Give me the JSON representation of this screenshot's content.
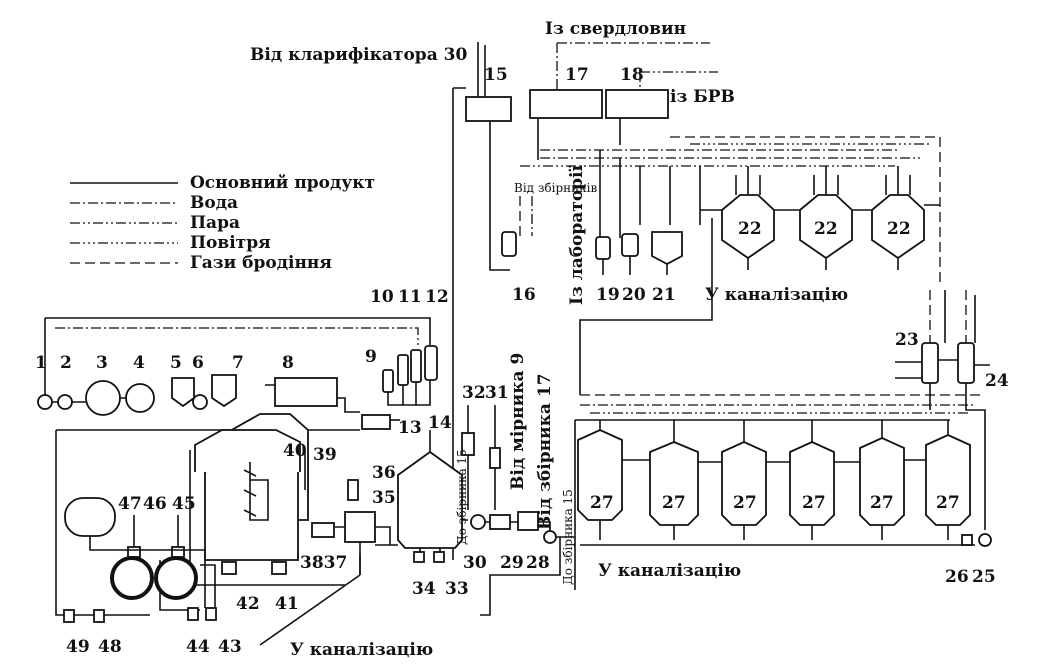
{
  "labels": {
    "from_clarifier": "Від кларифікатора 30",
    "from_wells": "Із свердловин",
    "from_brv": "із БРВ",
    "from_tanks": "Від збірників",
    "from_lab": "Із лабораторії",
    "to_sewer_top": "У каналізацію",
    "to_sewer_mid": "У каналізацію",
    "to_sewer_bottom": "У каналізацію",
    "from_meter_9": "Від мірника 9",
    "from_tank_17": "Від збірника 17",
    "to_tank_15_a": "До збірника 15",
    "to_tank_15_b": "До збірника 15"
  },
  "legend": [
    {
      "label": "Основний продукт",
      "style": "solid"
    },
    {
      "label": "Вода",
      "style": "dash-dot"
    },
    {
      "label": "Пара",
      "style": "dash-dot-dot"
    },
    {
      "label": "Повітря",
      "style": "dash-dot-dot-dot"
    },
    {
      "label": "Гази бродіння",
      "style": "dashed"
    }
  ],
  "numbers": {
    "n1": "1",
    "n2": "2",
    "n3": "3",
    "n4": "4",
    "n5": "5",
    "n6": "6",
    "n7": "7",
    "n8": "8",
    "n9": "9",
    "n10": "10",
    "n11": "11",
    "n12": "12",
    "n13": "13",
    "n14": "14",
    "n15": "15",
    "n16": "16",
    "n17": "17",
    "n18": "18",
    "n19": "19",
    "n20": "20",
    "n21": "21",
    "n22a": "22",
    "n22b": "22",
    "n22c": "22",
    "n23": "23",
    "n24": "24",
    "n25": "25",
    "n26": "26",
    "n27a": "27",
    "n27b": "27",
    "n27c": "27",
    "n27d": "27",
    "n27e": "27",
    "n27f": "27",
    "n28": "28",
    "n29": "29",
    "n30": "30",
    "n31": "31",
    "n32": "32",
    "n33": "33",
    "n34": "34",
    "n35": "35",
    "n36": "36",
    "n3837": "3837",
    "n39": "39",
    "n40": "40",
    "n41": "41",
    "n42": "42",
    "n43": "43",
    "n44": "44",
    "n45": "45",
    "n46": "46",
    "n47": "47",
    "n48": "48",
    "n49": "49"
  }
}
